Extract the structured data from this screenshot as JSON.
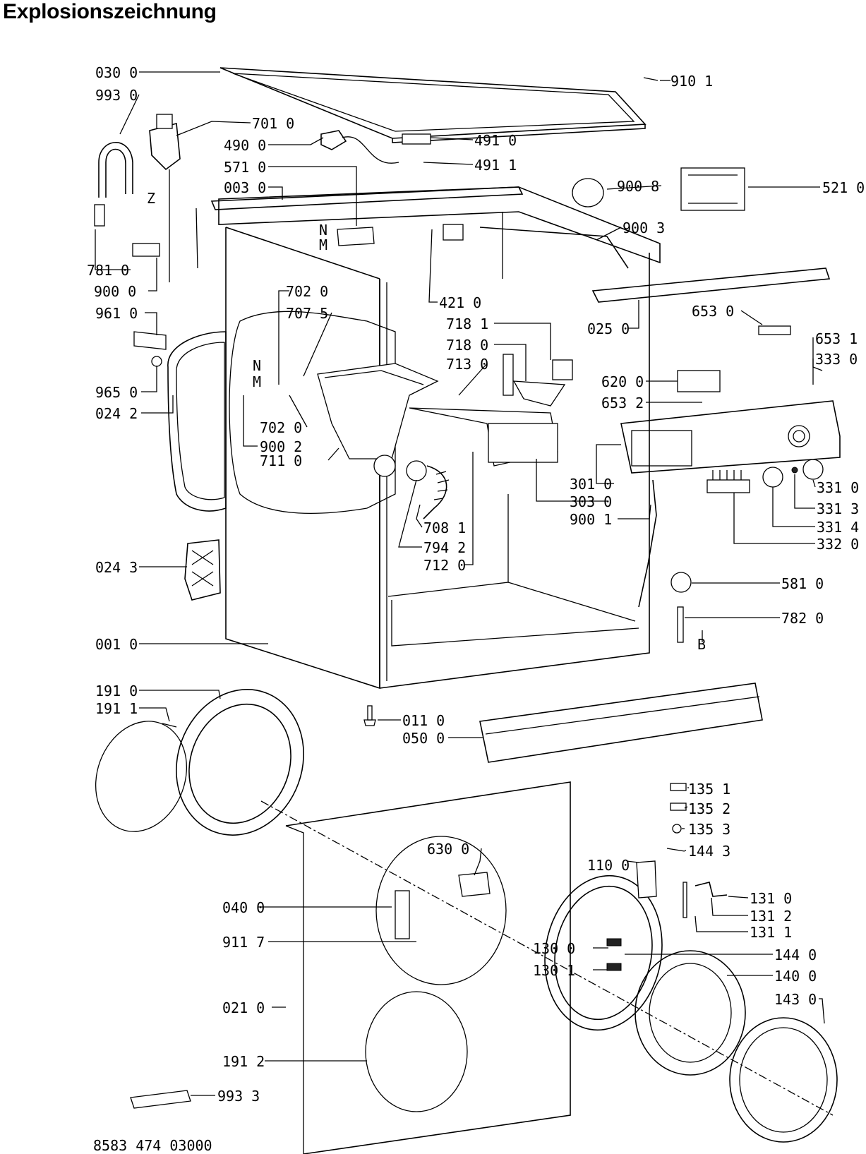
{
  "title": "Explosionszeichnung",
  "document_number": "8583 474 03000",
  "markers": {
    "z": "Z",
    "b": "B",
    "n1": "N",
    "m1": "M",
    "n2": "N",
    "m2": "M"
  },
  "parts": [
    "030 0",
    "993 0",
    "701 0",
    "490 0",
    "571 0",
    "003 0",
    "781 0",
    "900 0",
    "961 0",
    "965 0",
    "024 2",
    "024 3",
    "001 0",
    "702 0",
    "707 5",
    "702 0",
    "900 2",
    "711 0",
    "421 0",
    "718 1",
    "718 0",
    "713 0",
    "708 1",
    "794 2",
    "712 0",
    "910 1",
    "491 0",
    "491 1",
    "900 8",
    "521 0",
    "900 3",
    "025 0",
    "653 0",
    "653 1",
    "333 0",
    "620 0",
    "653 2",
    "301 0",
    "303 0",
    "900 1",
    "331 0",
    "331 3",
    "331 4",
    "332 0",
    "581 0",
    "782 0",
    "191 0",
    "191 1",
    "011 0",
    "050 0",
    "135 1",
    "135 2",
    "135 3",
    "144 3",
    "630 0",
    "110 0",
    "040 0",
    "131 0",
    "131 2",
    "911 7",
    "131 1",
    "130 0",
    "144 0",
    "130 1",
    "140 0",
    "021 0",
    "143 0",
    "191 2",
    "993 3"
  ]
}
